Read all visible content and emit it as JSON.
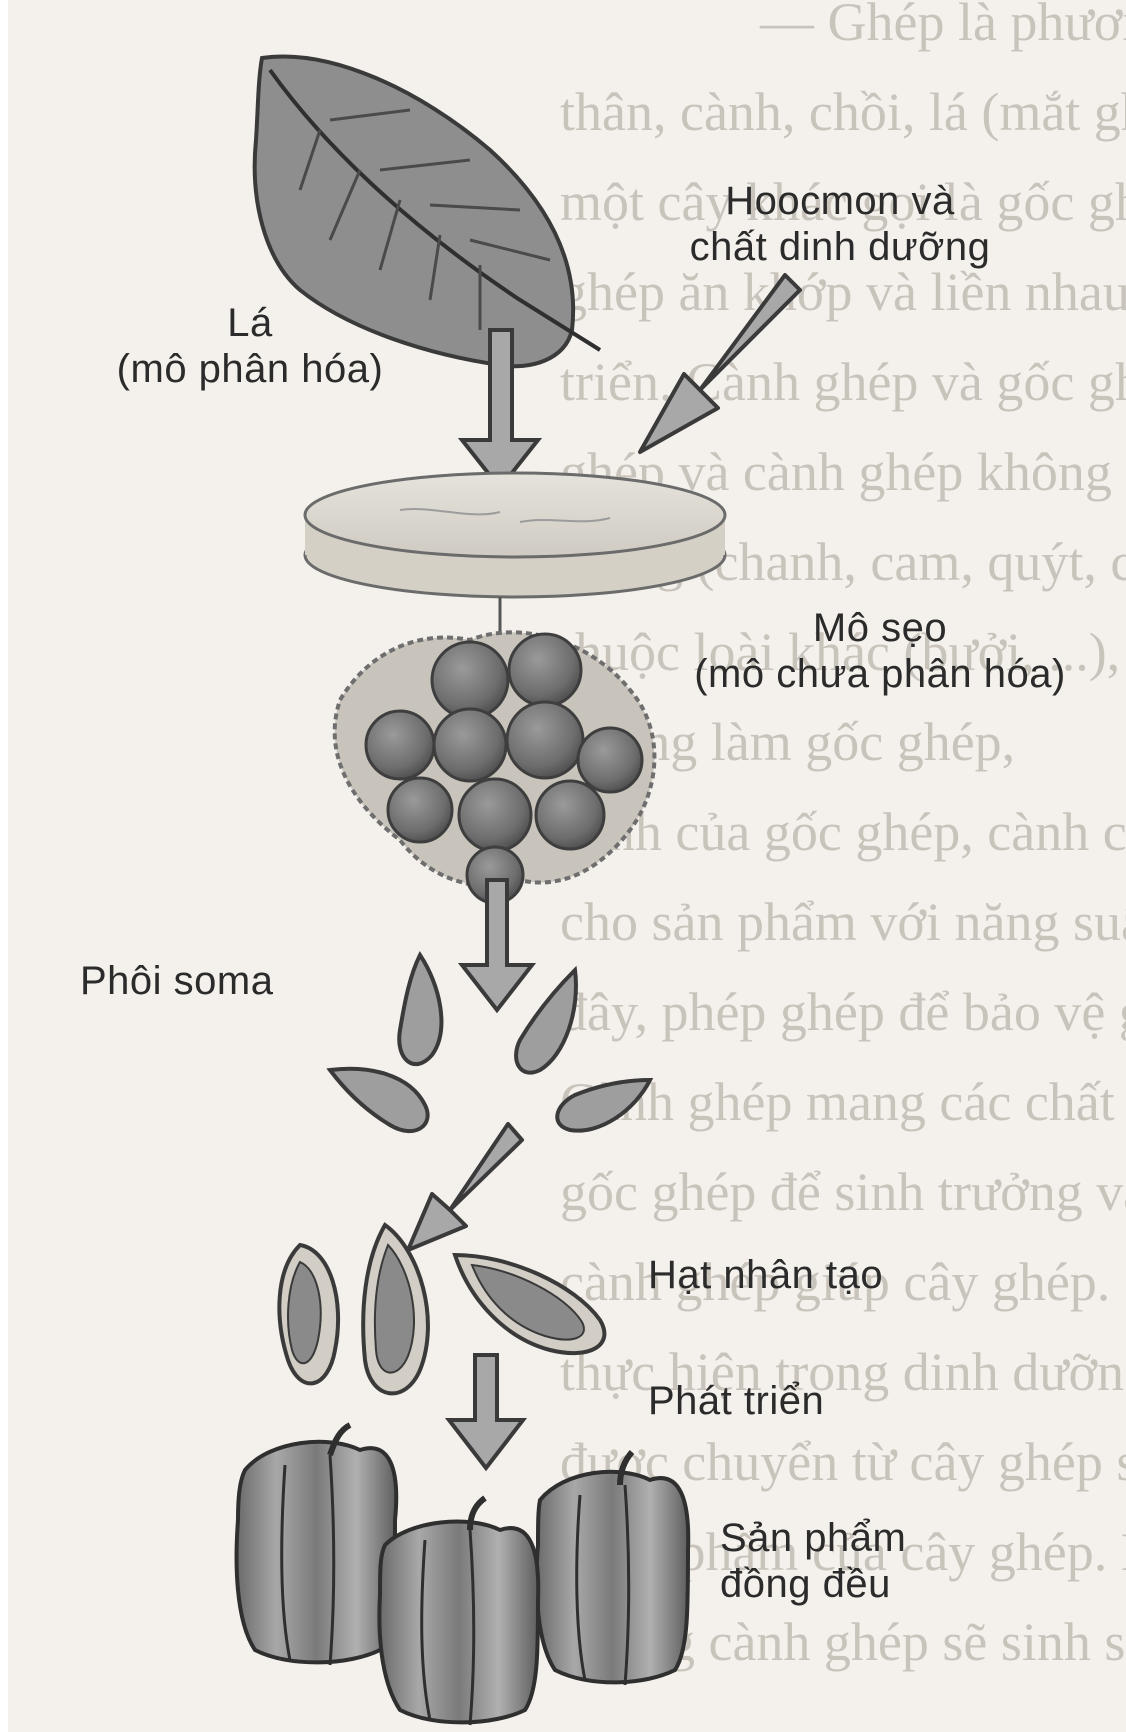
{
  "labels": {
    "leaf": {
      "line1": "Lá",
      "line2": "(mô phân hóa)"
    },
    "hormone": {
      "line1": "Hoocmon và",
      "line2": "chất dinh dưỡng"
    },
    "callus": {
      "line1": "Mô sẹo",
      "line2": "(mô chưa phân hóa)"
    },
    "embryo": "Phôi soma",
    "seed": "Hạt nhân tạo",
    "grow": "Phát triển",
    "product": {
      "line1": "Sản phẩm",
      "line2": "đồng đều"
    }
  },
  "background_text_lines": [
    "— Ghép là phương pháp nhân gi",
    "thân, cành, chồi, lá (mắt ghép) của",
    "một cây khác gọi là gốc ghép cho ph",
    "ghép ăn khớp và liền nhau, c",
    "triển. Cành ghép và gốc ghép có th",
    "ghép và cành ghép không thuộc",
    "giống (chanh, cam, quýt, cà, ...",
    "thuộc loài khác (bưởi, ...),",
    "nhưng làm gốc ghép,",
    "cành của gốc ghép, cành chịu rét",
    "cho sản phẩm với năng suất và ch",
    "đây, phép ghép để bảo vệ gốc,",
    "Cành ghép mang các chất dinh",
    "gốc ghép để sinh trưởng và phát t",
    "cành ghép giúp cây ghép. Ghép",
    "thực hiện trong dinh dưỡng cám có tác",
    "được chuyển từ cây ghép sang",
    "nhân phẩm của cây ghép. Nếu",
    "không cành ghép sẽ sinh sản"
  ],
  "colors": {
    "ink": "#2b2b2b",
    "paper": "#f4f1ec",
    "shade": "#9a9a9a"
  }
}
